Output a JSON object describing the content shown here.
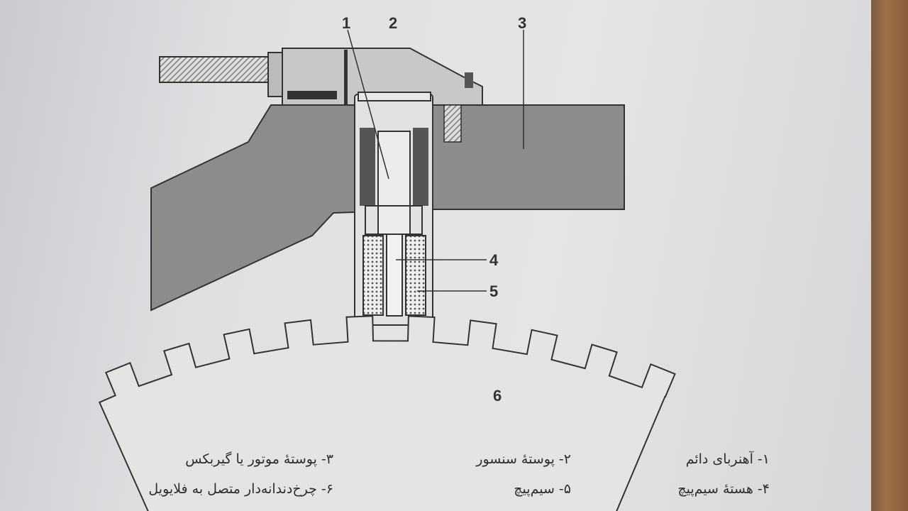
{
  "diagram": {
    "labels": [
      "1",
      "2",
      "3",
      "4",
      "5",
      "6"
    ],
    "colors": {
      "housing": "#8c8c8c",
      "sensor_body": "#c8c8c8",
      "paper": "#e2e3e4",
      "ink": "#333333"
    }
  },
  "captions": {
    "c1": "۱- آهنربای دائم",
    "c2": "۲- پوستهٔ سنسور",
    "c3": "۳- پوستهٔ موتور یا گیربکس",
    "c4": "۴- هستهٔ سیم‌پیچ",
    "c5": "۵- سیم‌پیچ",
    "c6": "۶- چرخ‌دندانه‌دار متصل به فلایویل"
  }
}
